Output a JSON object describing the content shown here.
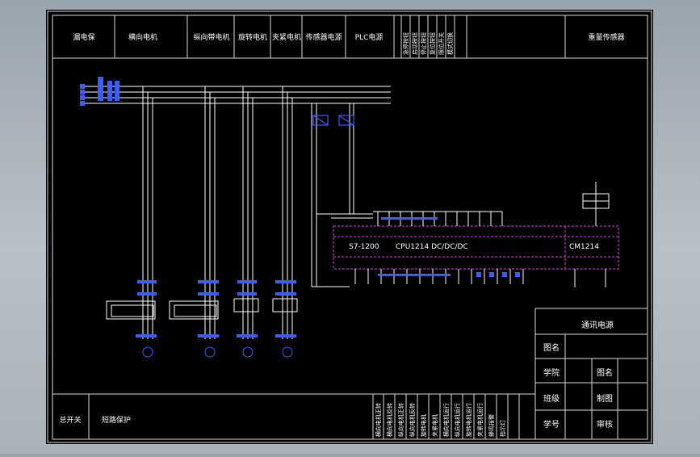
{
  "header": {
    "cells": [
      "漏电保",
      "横向电机",
      "纵向带电机",
      "旋转电机",
      "夹紧电机",
      "传感器电源",
      "PLC电源"
    ],
    "vertical_labels": [
      "急停按钮",
      "启动按钮",
      "停止按钮",
      "复位按钮",
      "限位开关",
      "模式切换"
    ],
    "right_cell": "重量传感器"
  },
  "plc": {
    "model": "S7-1200",
    "cpu": "CPU1214 DC/DC/DC",
    "module": "CM1214"
  },
  "footer": {
    "left_cell": "总开关",
    "protection": "短路保护",
    "vertical_labels": [
      "横向电机正转",
      "横向电机反转",
      "纵向电机正转",
      "纵向电机反转",
      "旋转电机",
      "夹紧电机",
      "横向电机运行",
      "纵向电机运行",
      "旋转电机运行",
      "夹紧电机运行",
      "蜂鸣报警",
      "指示灯"
    ]
  },
  "title_block": {
    "title": "通讯电源",
    "row_labels": [
      "图名",
      "学院",
      "班级",
      "学号"
    ],
    "mid_labels": [
      "图名",
      "制图",
      "审核"
    ]
  },
  "colors": {
    "background": "#000000",
    "line": "#ffffff",
    "blue": "#3b5cff",
    "magenta": "#e040e0",
    "frame": "#dcdcdc"
  }
}
